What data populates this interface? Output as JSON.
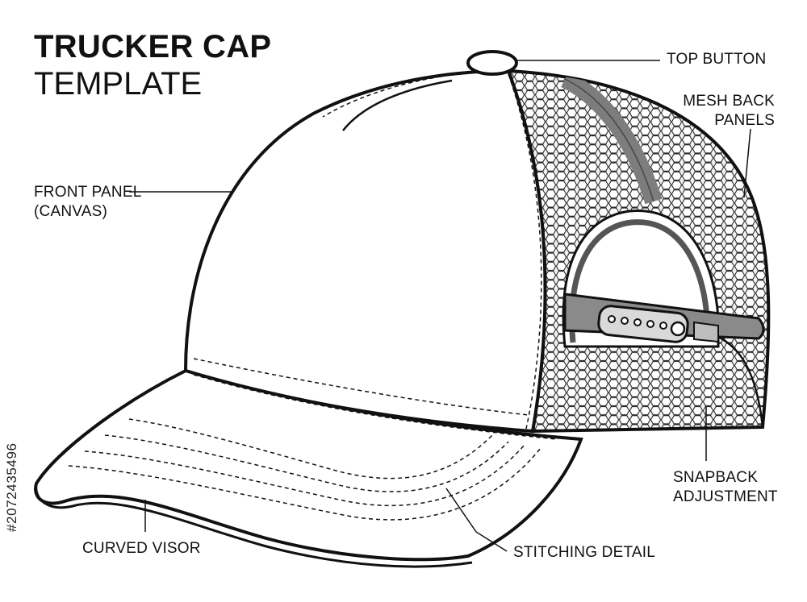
{
  "title": {
    "main": "TRUCKER CAP",
    "sub": "TEMPLATE"
  },
  "callouts": {
    "top_button": "TOP BUTTON",
    "mesh_back": [
      "MESH BACK",
      "PANELS"
    ],
    "front_panel": [
      "FRONT PANEL",
      "(CANVAS)"
    ],
    "snapback": [
      "SNAPBACK",
      "ADJUSTMENT"
    ],
    "visor": "CURVED VISOR",
    "stitching": "STITCHING DETAIL"
  },
  "stock_id": "#207243549​6",
  "colors": {
    "outline": "#111111",
    "mesh_fill": "#ececec",
    "strap_fill": "#8a8a8a",
    "background": "#ffffff"
  }
}
